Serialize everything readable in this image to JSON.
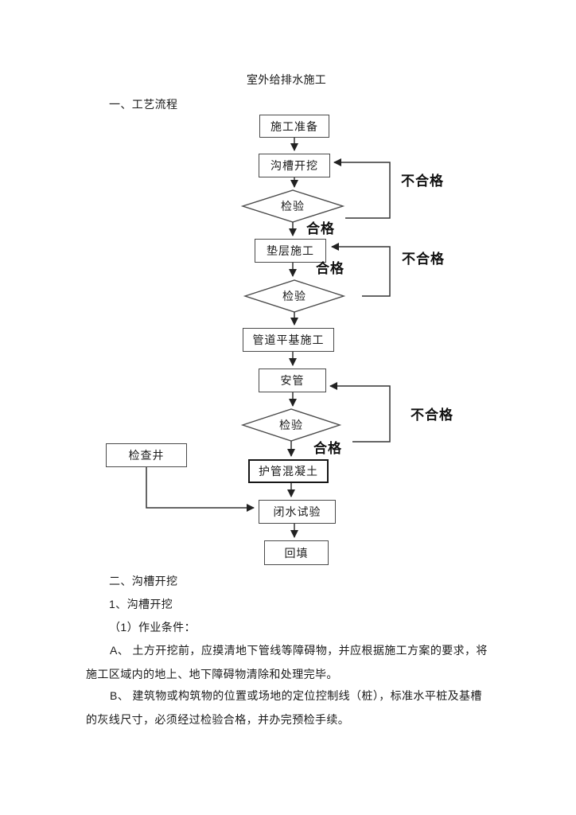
{
  "document": {
    "title": "室外给排水施工",
    "sections": {
      "process_heading": "一、工艺流程",
      "trench_heading": "二、沟槽开挖",
      "trench_sub": "1、沟槽开挖",
      "conditions_sub": "（1）作业条件：",
      "para_a_line1": "A、 土方开挖前，应摸清地下管线等障碍物，并应根据施工方案的要求，将",
      "para_a_line2": "施工区域内的地上、地下障碍物清除和处理完毕。",
      "para_b_line1": "B、 建筑物或构筑物的位置或场地的定位控制线（桩），标准水平桩及基槽",
      "para_b_line2": "的灰线尺寸，必须经过检验合格，并办完预检手续。"
    }
  },
  "flowchart": {
    "nodes": {
      "prep": "施工准备",
      "trench": "沟槽开挖",
      "inspect1": "检验",
      "cushion": "垫层施工",
      "inspect2": "检验",
      "pipe_base": "管道平基施工",
      "install": "安管",
      "inspect3": "检验",
      "manhole": "检查井",
      "concrete": "护管混凝土",
      "water_test": "闭水试验",
      "backfill": "回填"
    },
    "labels": {
      "pass1": "合格",
      "pass2": "合格",
      "pass3": "合格",
      "fail1": "不合格",
      "fail2": "不合格",
      "fail3": "不合格"
    },
    "colors": {
      "line": "#333333",
      "box_border": "#4a4a4a",
      "ink": "#1a1a1a"
    }
  }
}
